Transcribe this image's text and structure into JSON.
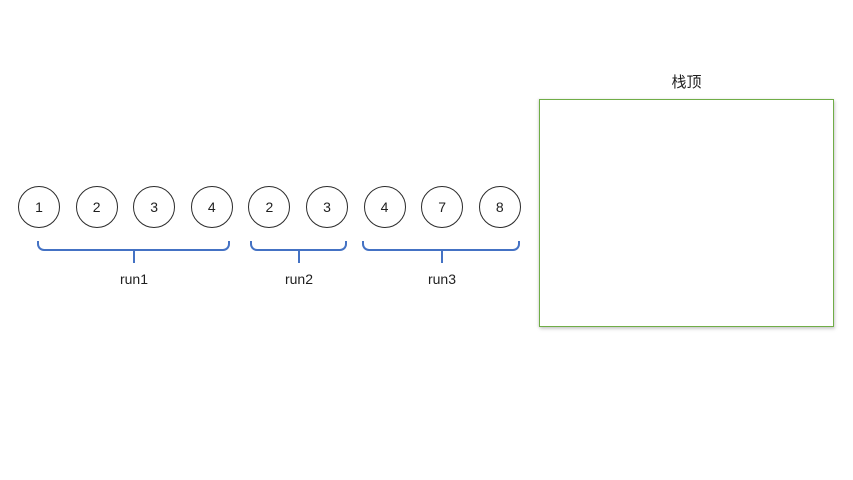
{
  "sequence": {
    "items": [
      "1",
      "2",
      "3",
      "4",
      "2",
      "3",
      "4",
      "7",
      "8"
    ]
  },
  "runs": [
    {
      "label": "run1",
      "items": [
        "1",
        "2",
        "3",
        "4"
      ]
    },
    {
      "label": "run2",
      "items": [
        "2",
        "3"
      ]
    },
    {
      "label": "run3",
      "items": [
        "4",
        "7",
        "8"
      ]
    }
  ],
  "stack": {
    "top_label": "栈顶"
  },
  "colors": {
    "brace": "#4472C4",
    "stack_border": "#70AD47",
    "circle_border": "#2b2b2b",
    "text": "#1f1f1f"
  }
}
